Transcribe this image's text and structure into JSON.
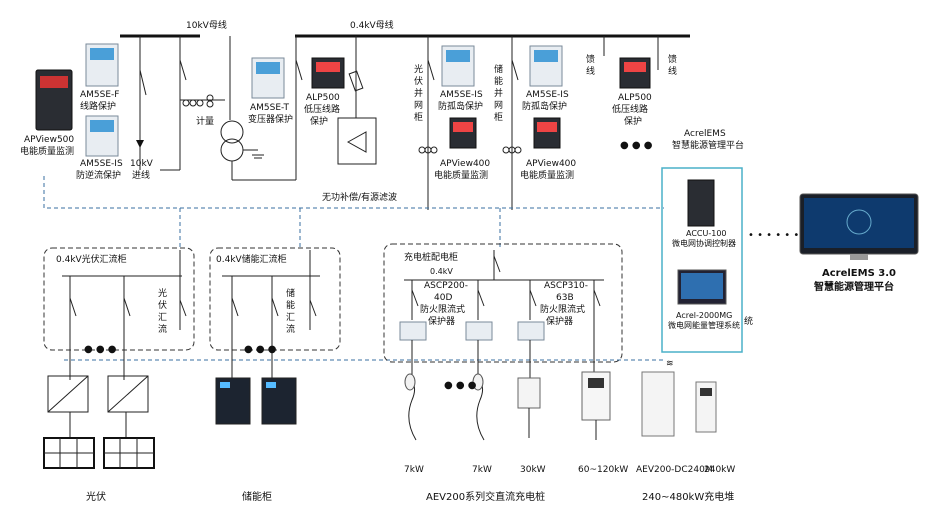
{
  "bus_labels": {
    "hv": "10kV母线",
    "lv": "0.4kV母线"
  },
  "devices": {
    "apview500": "APView500\n电能质量监测",
    "am5se_f": "AM5SE-F\n线路保护",
    "am5se_is_left": "AM5SE-IS\n防逆流保护",
    "am5se_t": "AM5SE-T\n变压器保护",
    "alp500_left": "ALP500\n低压线路\n保护",
    "jiliang": "计量",
    "incoming": "10kV\n进线",
    "reactive": "无功补偿/有源滤波",
    "pv_cab": "光\n伏\n并\n网\n柜",
    "store_cab": "储\n能\n并\n网\n柜",
    "am5se_is_1": "AM5SE-IS\n防孤岛保护",
    "am5se_is_2": "AM5SE-IS\n防孤岛保护",
    "apview400_1": "APView400\n电能质量监测",
    "apview400_2": "APView400\n电能质量监测",
    "feeder1": "馈\n线",
    "feeder2": "馈\n线",
    "alp500_right": "ALP500\n低压线路\n保护",
    "dots": "● ● ●"
  },
  "platform": {
    "title": "AcrelEMS\n智慧能源管理平台",
    "accu": "ACCU-100\n微电网协调控制器",
    "acrel2000": "Acrel-2000MG\n微电网能量管理系统",
    "big_title": "AcrelEMS 3.0\n智慧能源管理平台",
    "link_dots": "• • • • • • • •",
    "side_label": "统"
  },
  "groups": {
    "pv_box": "0.4kV光伏汇流柜",
    "pv_vert": "光\n伏\n汇\n流",
    "store_box": "0.4kV储能汇流柜",
    "store_vert": "储\n能\n汇\n流",
    "charge_box": "充电桩配电柜",
    "charge_bus": "0.4kV",
    "acsp200": "ASCP200-\n40D\n防火限流式\n保护器",
    "acsp310": "ASCP310-\n63B\n防火限流式\n保护器"
  },
  "bottom": {
    "pv": "光伏",
    "storage": "储能柜",
    "ac_dc": "AEV200系列交直流充电桩",
    "pile_heap": "240~480kW充电堆",
    "p7a": "7kW",
    "p7b": "7kW",
    "p30": "30kW",
    "p60": "60~120kW",
    "aev": "AEV200-DC240M",
    "p240": "240kW",
    "dots_pv": "● ● ●",
    "dots_st": "● ● ●",
    "dots_ev": "● ● ●"
  }
}
